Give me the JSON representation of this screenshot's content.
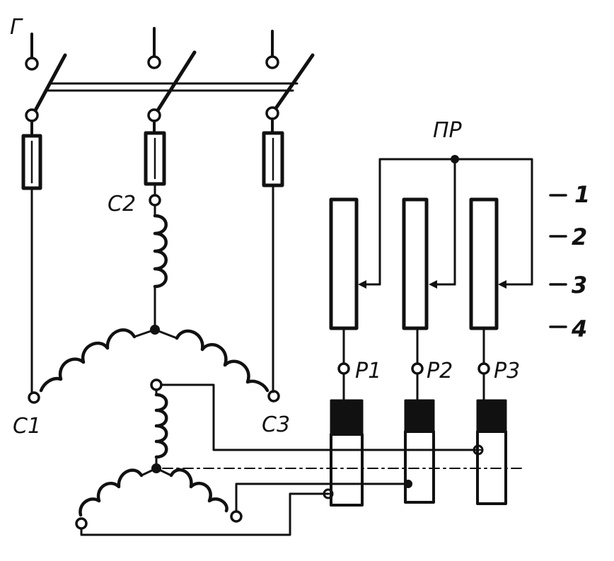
{
  "labels": {
    "switch": "Г",
    "stator_c1": "C1",
    "stator_c2": "C2",
    "stator_c3": "C3",
    "rotor_p1": "P1",
    "rotor_p2": "P2",
    "rotor_p3": "P3",
    "bridge": "ПР",
    "pos1": "1",
    "pos2": "2",
    "pos3": "3",
    "pos4": "4"
  },
  "colors": {
    "ink": "#111111",
    "background": "#ffffff"
  }
}
